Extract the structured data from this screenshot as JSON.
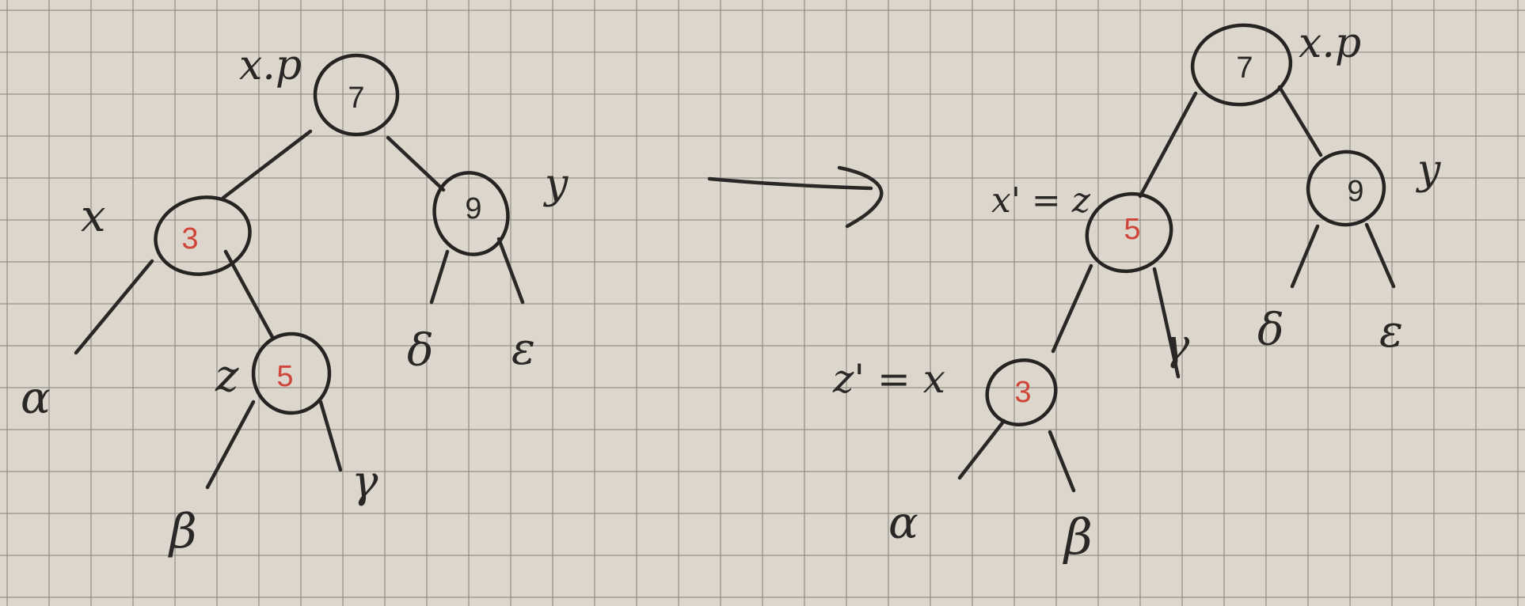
{
  "colors": {
    "paper": "#dcd6cc",
    "ink": "#2a2826",
    "red_key": "#d0453a",
    "black_key": "#2a2826"
  },
  "left_tree": {
    "root": {
      "key": "7",
      "label": "x.p",
      "key_color": "black"
    },
    "x": {
      "key": "3",
      "label": "x",
      "key_color": "red"
    },
    "y": {
      "key": "9",
      "label": "y",
      "key_color": "black"
    },
    "z": {
      "key": "5",
      "label": "z",
      "key_color": "red"
    },
    "subtrees": [
      "α",
      "β",
      "γ",
      "δ",
      "ε"
    ]
  },
  "right_tree": {
    "root": {
      "key": "7",
      "label": "x.p",
      "key_color": "black"
    },
    "top": {
      "key": "5",
      "label": "x' = z",
      "key_color": "red"
    },
    "y": {
      "key": "9",
      "label": "y",
      "key_color": "black"
    },
    "bottom": {
      "key": "3",
      "label": "z' = x",
      "key_color": "red"
    },
    "subtrees": [
      "α",
      "β",
      "γ",
      "δ",
      "ε"
    ]
  },
  "arrow": {
    "icon": "right-arrow-icon"
  }
}
